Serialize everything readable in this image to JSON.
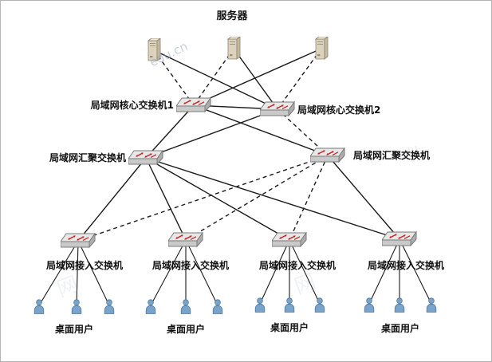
{
  "diagram": {
    "title": "服务器",
    "nodes": {
      "core1_label": "局域网核心交换机1",
      "core2_label": "局域网核心交换机2",
      "agg_left_label": "局域网汇聚交换机",
      "agg_right_label": "局域网汇聚交换机",
      "access_labels": [
        "局域网接入交换机",
        "局域网接入交换机",
        "局域网接入交换机",
        "局域网接入交换机"
      ],
      "user_labels": [
        "桌面用户",
        "桌面用户",
        "桌面用户",
        "桌面用户"
      ]
    },
    "watermarks": [
      "edu.cn",
      "网",
      "网",
      "du",
      "edu"
    ],
    "colors": {
      "line": "#1a1a1a",
      "switch_arrow": "#c22222",
      "person_fill": "#7aa3cb",
      "server_fill": "#ddd3bd"
    }
  }
}
